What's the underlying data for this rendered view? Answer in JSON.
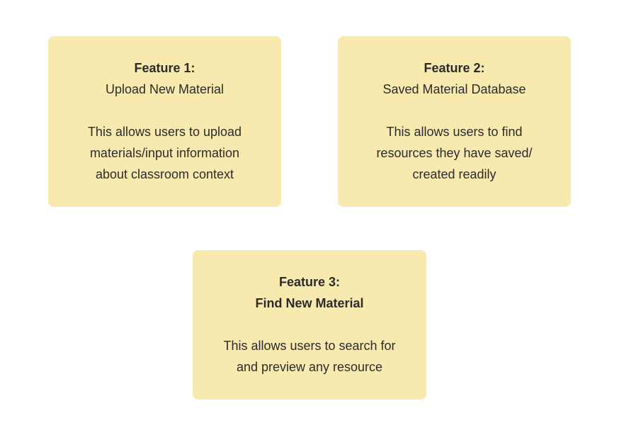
{
  "cards": [
    {
      "heading": "Feature 1:",
      "title": "Upload New Material",
      "description_lines": [
        "This allows users to upload",
        "materials/input information",
        "about classroom context"
      ]
    },
    {
      "heading": "Feature 2:",
      "title": "Saved Material Database",
      "description_lines": [
        "This allows users to find",
        "resources they have saved/",
        "created readily"
      ]
    },
    {
      "heading": "Feature 3:",
      "title": "Find New Material",
      "description_lines": [
        "This allows users to search for",
        "and preview any resource"
      ]
    }
  ],
  "colors": {
    "card_background": "#f8e9ae",
    "text": "#2b2b2b",
    "page_background": "#ffffff"
  }
}
